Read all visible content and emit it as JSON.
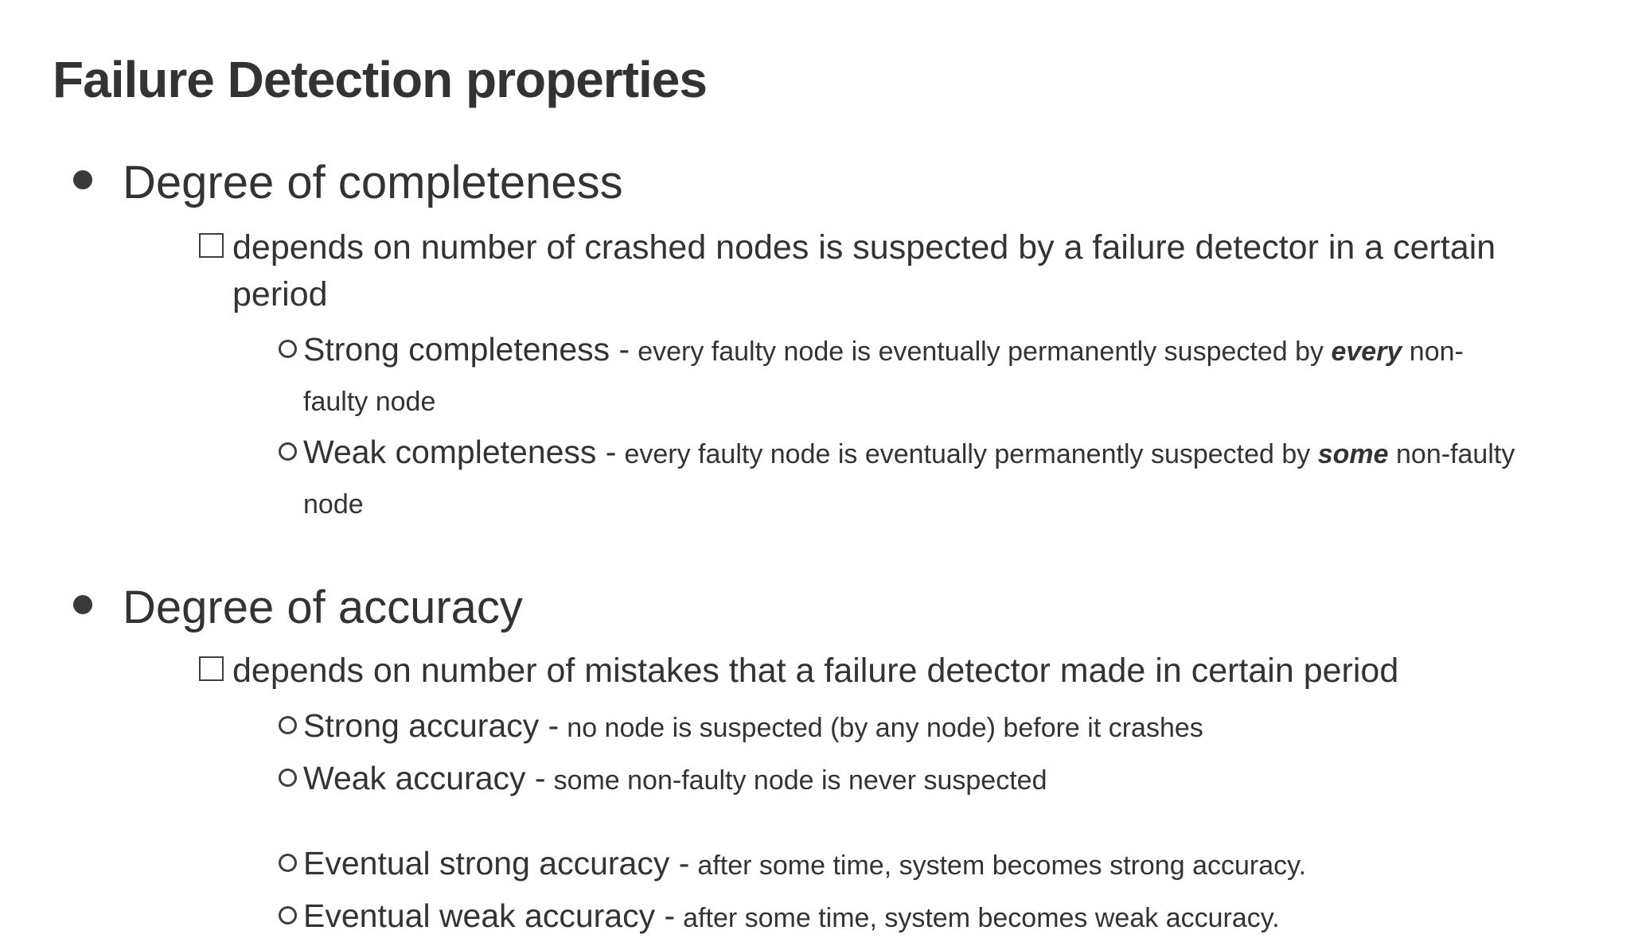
{
  "slide": {
    "title": "Failure Detection properties",
    "text_color": "#333333",
    "sections": [
      {
        "heading": "Degree of completeness",
        "sub": "depends on number of crashed nodes is suspected by a failure detector in a certain period",
        "items": [
          {
            "term": "Strong completeness -",
            "desc": [
              {
                "text": "every faulty node is eventually permanently suspected by "
              },
              {
                "text": "every",
                "em": true
              },
              {
                "text": " non-faulty node"
              }
            ]
          },
          {
            "term": "Weak completeness -",
            "desc": [
              {
                "text": "every faulty node is eventually permanently suspected by "
              },
              {
                "text": "some",
                "em": true
              },
              {
                "text": " non-faulty node"
              }
            ]
          }
        ]
      },
      {
        "heading": "Degree of accuracy",
        "sub": "depends on number of mistakes that a failure detector made in certain period",
        "items": [
          {
            "term": "Strong accuracy -",
            "desc": [
              {
                "text": "no node is suspected (by any node) before it crashes"
              }
            ]
          },
          {
            "term": "Weak accuracy -",
            "desc": [
              {
                "text": "some non-faulty node is never suspected"
              }
            ]
          },
          {
            "term": "Eventual strong accuracy -",
            "desc": [
              {
                "text": "after some time, system becomes strong accuracy."
              }
            ]
          },
          {
            "term": "Eventual weak accuracy -",
            "desc": [
              {
                "text": "after some time, system becomes weak accuracy."
              }
            ]
          }
        ]
      }
    ]
  }
}
